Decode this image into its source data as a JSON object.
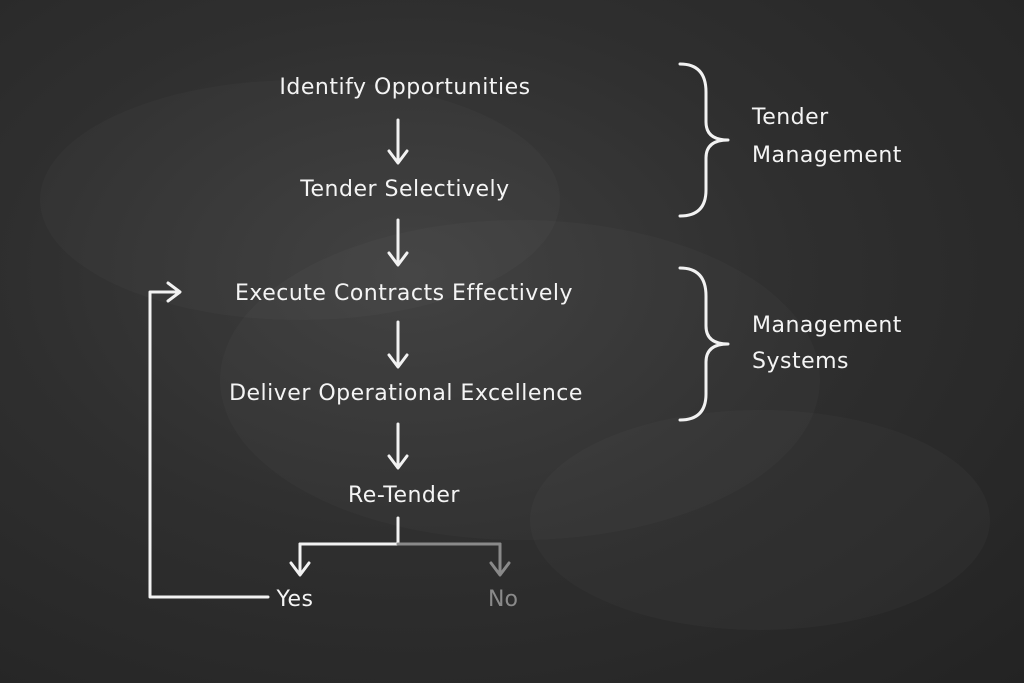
{
  "steps": [
    {
      "label": "Identify Opportunities"
    },
    {
      "label": "Tender Selectively"
    },
    {
      "label": "Execute Contracts Effectively"
    },
    {
      "label": "Deliver Operational Excellence"
    },
    {
      "label": "Re-Tender"
    }
  ],
  "groups": [
    {
      "line1": "Tender",
      "line2": "Management"
    },
    {
      "line1": "Management",
      "line2": "Systems"
    }
  ],
  "decision": {
    "yes_label": "Yes",
    "no_label": "No"
  },
  "colors": {
    "chalk": "#f4f4f4",
    "dim_chalk": "#8a8a8a",
    "board": "#2f2f2f"
  }
}
